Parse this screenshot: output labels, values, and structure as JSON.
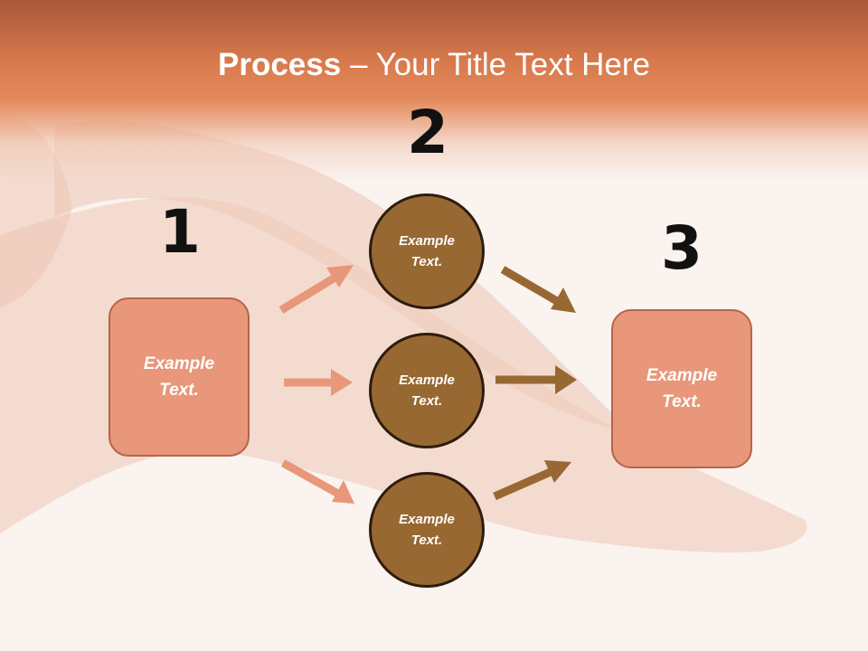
{
  "title": {
    "bold": "Process",
    "rest": " – Your Title Text Here"
  },
  "steps": [
    {
      "number": "1",
      "text": "Example\nText."
    },
    {
      "number": "2",
      "items": [
        "Example\nText.",
        "Example\nText.",
        "Example\nText."
      ]
    },
    {
      "number": "3",
      "text": "Example\nText."
    }
  ],
  "colors": {
    "box_fill": "#e8977a",
    "circle_fill": "#986833",
    "arrow_light": "#e8977a",
    "arrow_dark": "#986833",
    "header": "#d97a4d"
  }
}
